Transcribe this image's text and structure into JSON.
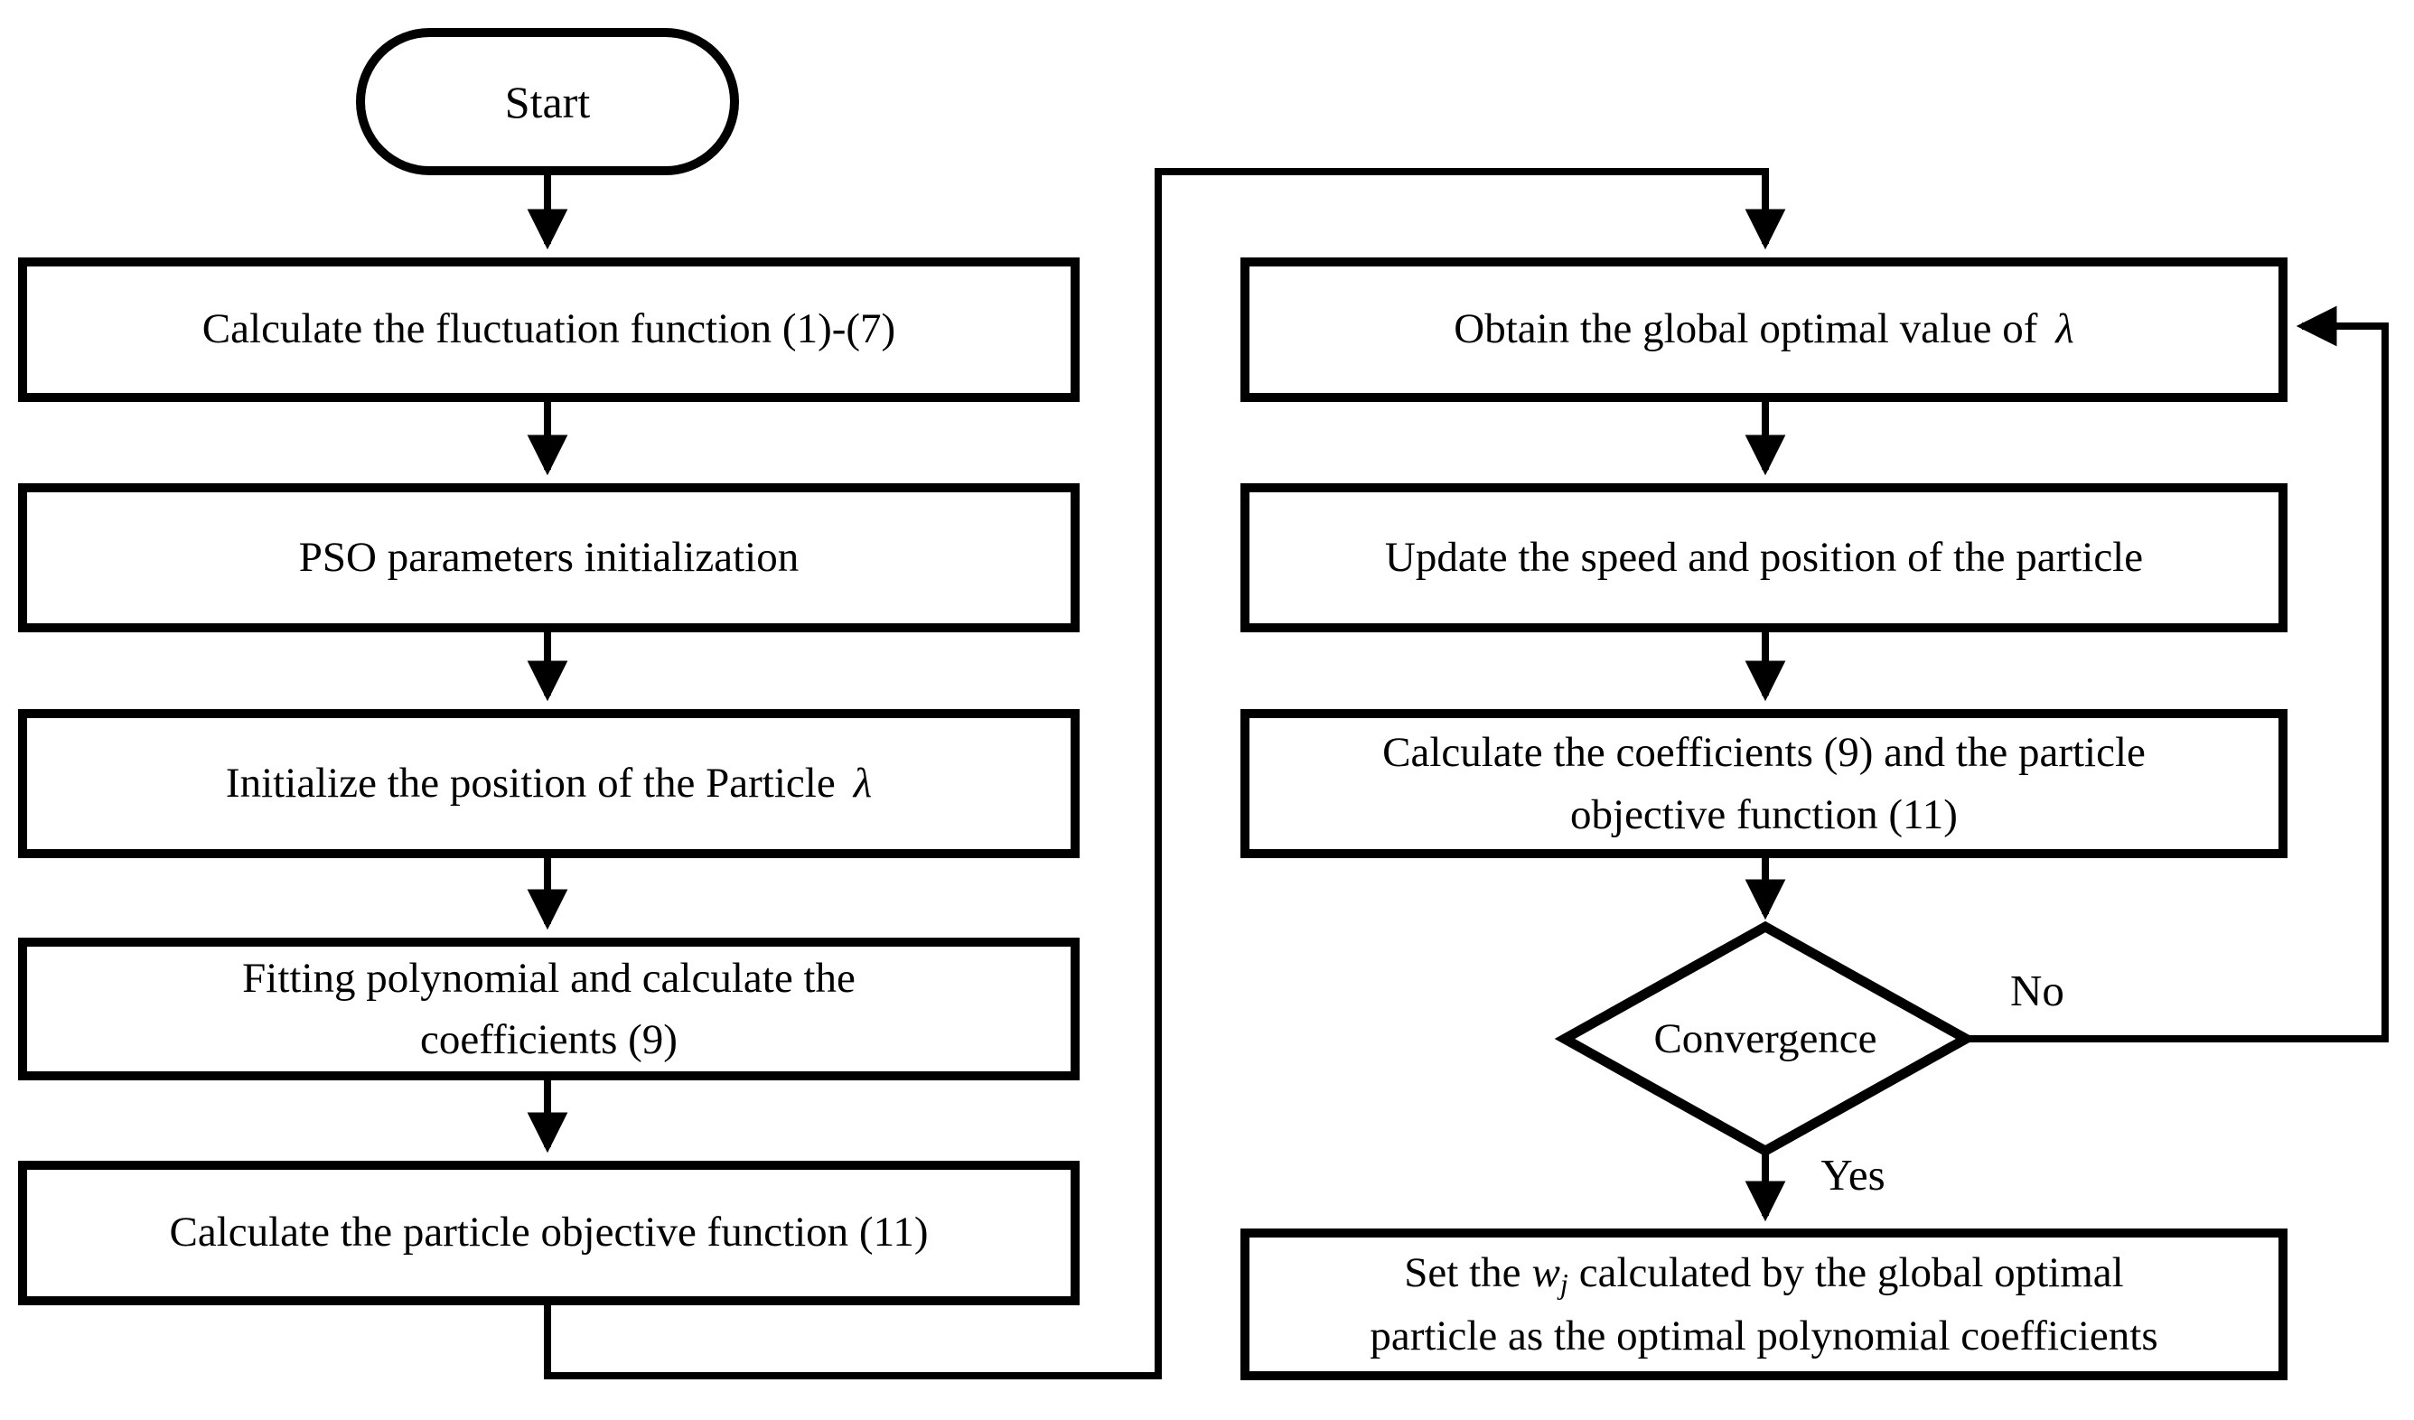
{
  "colors": {
    "ink": "#000000",
    "paper": "#ffffff"
  },
  "nodes": {
    "start": {
      "label": "Start"
    },
    "calc_fluctuation": {
      "label": "Calculate the fluctuation function (1)-(7)"
    },
    "pso_init": {
      "label": "PSO parameters initialization"
    },
    "init_particle": {
      "pre": "Initialize the position of the Particle",
      "symbol": "λ"
    },
    "fitting_poly": {
      "line1": "Fitting polynomial and calculate the",
      "line2": "coefficients (9)"
    },
    "calc_objective": {
      "label": "Calculate the particle objective function (11)"
    },
    "obtain_global": {
      "pre": "Obtain the global optimal value of",
      "symbol": "λ"
    },
    "update_speed": {
      "label": "Update the speed and position of the particle"
    },
    "calc_coeff_objective": {
      "line1": "Calculate the coefficients (9) and the particle",
      "line2": "objective function (11)"
    },
    "convergence": {
      "label": "Convergence"
    },
    "set_w": {
      "pre": "Set the",
      "var": "w",
      "sub": "j",
      "post": "calculated by the global optimal",
      "line2": "particle as the optimal polynomial coefficients"
    }
  },
  "edge_labels": {
    "no": "No",
    "yes": "Yes"
  }
}
